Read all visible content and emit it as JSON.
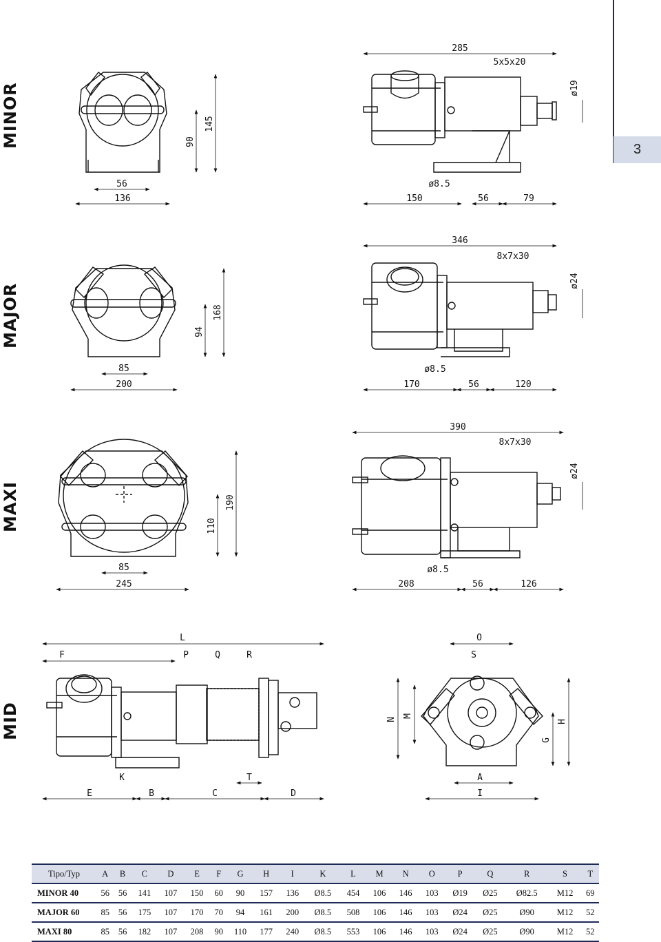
{
  "page_number": "3",
  "sections": {
    "minor": "MINOR",
    "major": "MAJOR",
    "maxi": "MAXI",
    "mid": "MID"
  },
  "minor_dims": {
    "front_width_inner": "56",
    "front_width": "136",
    "front_h1": "90",
    "front_h2": "145",
    "side_length": "285",
    "key": "5x5x20",
    "shaft": "ø19",
    "hole": "ø8.5",
    "d150": "150",
    "d56": "56",
    "d79": "79"
  },
  "major_dims": {
    "front_width_inner": "85",
    "front_width": "200",
    "front_h1": "94",
    "front_h2": "168",
    "side_length": "346",
    "key": "8x7x30",
    "shaft": "ø24",
    "hole": "ø8.5",
    "d170": "170",
    "d56": "56",
    "d120": "120"
  },
  "maxi_dims": {
    "front_width_inner": "85",
    "front_width": "245",
    "front_h1": "110",
    "front_h2": "190",
    "side_length": "390",
    "key": "8x7x30",
    "shaft": "ø24",
    "hole": "ø8.5",
    "d208": "208",
    "d56": "56",
    "d126": "126"
  },
  "mid_letters": {
    "L": "L",
    "F": "F",
    "P": "P",
    "Q": "Q",
    "R": "R",
    "K": "K",
    "T": "T",
    "E": "E",
    "B": "B",
    "C": "C",
    "D": "D",
    "O": "O",
    "S": "S",
    "N": "N",
    "M": "M",
    "G": "G",
    "H": "H",
    "A": "A",
    "I": "I"
  },
  "table": {
    "headers": [
      "Tipo/Typ",
      "A",
      "B",
      "C",
      "D",
      "E",
      "F",
      "G",
      "H",
      "I",
      "K",
      "L",
      "M",
      "N",
      "O",
      "P",
      "Q",
      "R",
      "S",
      "T"
    ],
    "rows": [
      [
        "MINOR 40",
        "56",
        "56",
        "141",
        "107",
        "150",
        "60",
        "90",
        "157",
        "136",
        "Ø8.5",
        "454",
        "106",
        "146",
        "103",
        "Ø19",
        "Ø25",
        "Ø82.5",
        "M12",
        "69"
      ],
      [
        "MAJOR 60",
        "85",
        "56",
        "175",
        "107",
        "170",
        "70",
        "94",
        "161",
        "200",
        "Ø8.5",
        "508",
        "106",
        "146",
        "103",
        "Ø24",
        "Ø25",
        "Ø90",
        "M12",
        "52"
      ],
      [
        "MAXI 80",
        "85",
        "56",
        "182",
        "107",
        "208",
        "90",
        "110",
        "177",
        "240",
        "Ø8.5",
        "553",
        "106",
        "146",
        "103",
        "Ø24",
        "Ø25",
        "Ø90",
        "M12",
        "52"
      ]
    ]
  },
  "colors": {
    "accent": "#1e2a56",
    "tab_bg": "#d5dbe8",
    "header_bg": "#d9deea"
  }
}
